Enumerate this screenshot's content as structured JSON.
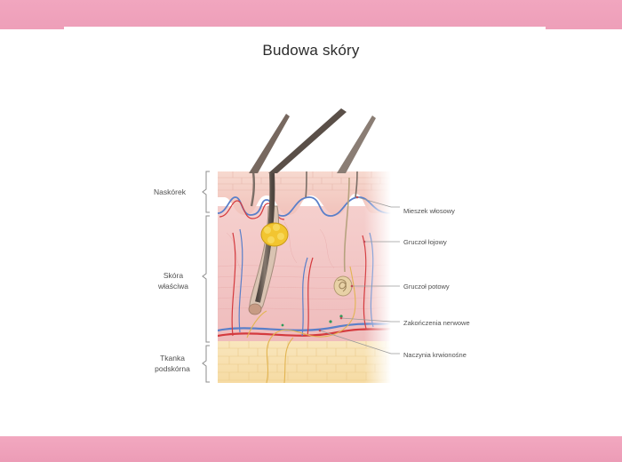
{
  "title": "Budowa skóry",
  "layers": {
    "epidermis": "Naskórek",
    "dermis_line1": "Skóra",
    "dermis_line2": "właściwa",
    "hypodermis_line1": "Tkanka",
    "hypodermis_line2": "podskórna"
  },
  "callouts": {
    "hair_follicle": "Mieszek włosowy",
    "sebaceous_gland": "Gruczoł łojowy",
    "sweat_gland": "Gruczoł potowy",
    "nerve_endings": "Zakończenia nerwowe",
    "blood_vessels": "Naczynia krwionośne"
  },
  "colors": {
    "band": "#f0a3bc",
    "epidermis": "#f6d2c8",
    "dermis": "#f3c9c6",
    "hypodermis": "#f7dfae",
    "hair": "#6e6259",
    "artery": "#d43a3e",
    "vein": "#5a7fc9",
    "nerve": "#e2b451",
    "gland": "#f2c530"
  }
}
